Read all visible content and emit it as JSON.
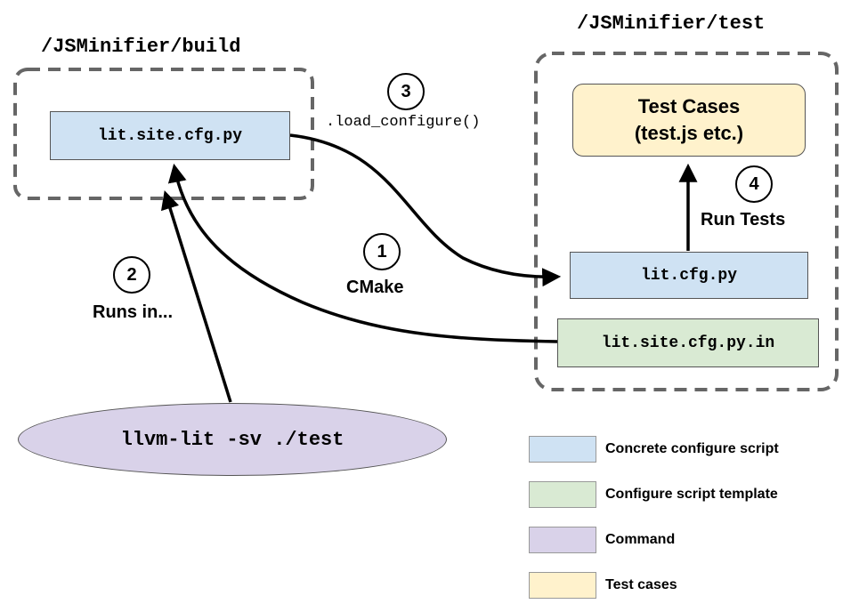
{
  "directories": {
    "build": "/JSMinifier/build",
    "test": "/JSMinifier/test"
  },
  "nodes": {
    "build_cfg": "lit.site.cfg.py",
    "test_cases_line1": "Test Cases",
    "test_cases_line2": "(test.js etc.)",
    "lit_cfg": "lit.cfg.py",
    "site_cfg_in": "lit.site.cfg.py.in",
    "command": "llvm-lit -sv ./test"
  },
  "steps": [
    {
      "number": "1",
      "label": "CMake"
    },
    {
      "number": "2",
      "label": "Runs in..."
    },
    {
      "number": "3",
      "label": ".load_configure()"
    },
    {
      "number": "4",
      "label": "Run Tests"
    }
  ],
  "legend": [
    {
      "label": "Concrete configure script",
      "color": "#cfe2f3"
    },
    {
      "label": "Configure script template",
      "color": "#d9ead3"
    },
    {
      "label": "Command",
      "color": "#d9d2e9"
    },
    {
      "label": "Test cases",
      "color": "#fff2cc"
    }
  ]
}
